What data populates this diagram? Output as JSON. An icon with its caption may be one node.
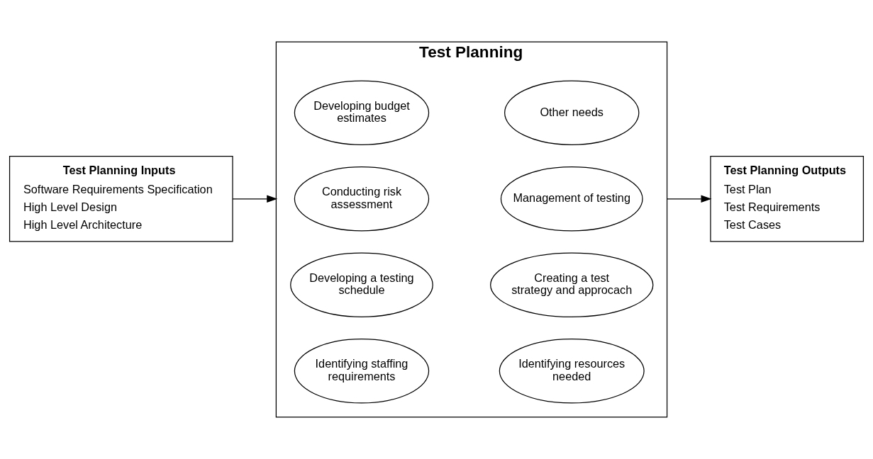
{
  "diagram": {
    "nodes": [
      {
        "text": [
          "Test Planning Inputs",
          "Software Requirements Specification",
          "High Level Design",
          "High Level Architecture"
        ]
      },
      {
        "text": [
          "Test Planning"
        ]
      },
      {
        "text": [
          "Identifying staffing requirements"
        ],
        "in": 1
      },
      {
        "text": [
          "Identifying resources needed"
        ],
        "in": 1
      },
      {
        "text": [
          "Developing a testing schedule"
        ],
        "in": 1
      },
      {
        "text": [
          "Creating a test strategy and approcach"
        ],
        "in": 1
      },
      {
        "text": [
          "Conducting risk assessment"
        ],
        "in": 1
      },
      {
        "text": [
          "Management of testing"
        ],
        "in": 1
      },
      {
        "text": [
          "Developing budget estimates"
        ],
        "in": 1
      },
      {
        "text": [
          "Other needs"
        ],
        "in": 1
      },
      {
        "text": [
          "Test Planning Outputs",
          "Test Plan",
          "Test Requirements",
          "Test Cases"
        ]
      }
    ],
    "edges": [
      {
        "from": 0,
        "to": 1,
        "arrow": "to"
      },
      {
        "from": 1,
        "to": 10,
        "arrow": "to"
      }
    ]
  }
}
